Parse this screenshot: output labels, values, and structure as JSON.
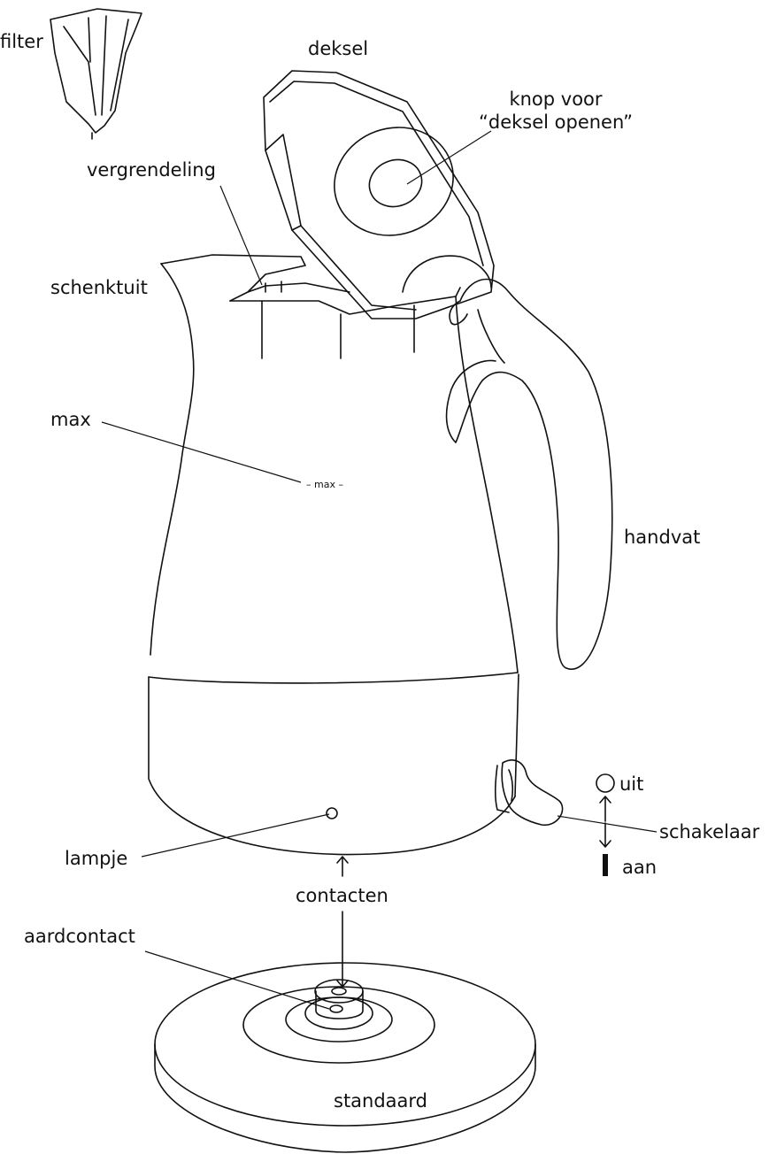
{
  "labels": {
    "filter": "filter",
    "deksel": "deksel",
    "knop_line1": "knop voor",
    "knop_line2": "“deksel openen”",
    "vergrendeling": "vergrendeling",
    "schenktuit": "schenktuit",
    "max": "max",
    "max_mark": "– max –",
    "handvat": "handvat",
    "uit": "uit",
    "schakelaar": "schakelaar",
    "aan": "aan",
    "lampje": "lampje",
    "contacten": "contacten",
    "aardcontact": "aardcontact",
    "standaard": "standaard"
  }
}
